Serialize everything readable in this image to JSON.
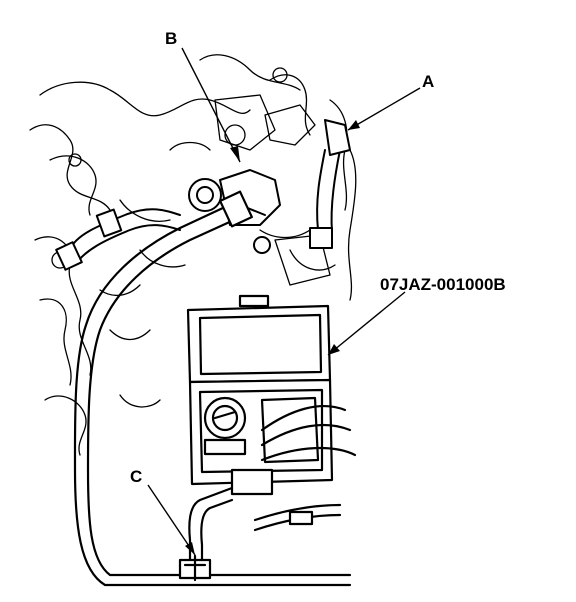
{
  "diagram": {
    "labels": {
      "a": "A",
      "b": "B",
      "c": "C",
      "tool": "07JAZ-001000B"
    },
    "colors": {
      "ink": "#000000",
      "paper": "#ffffff"
    }
  }
}
